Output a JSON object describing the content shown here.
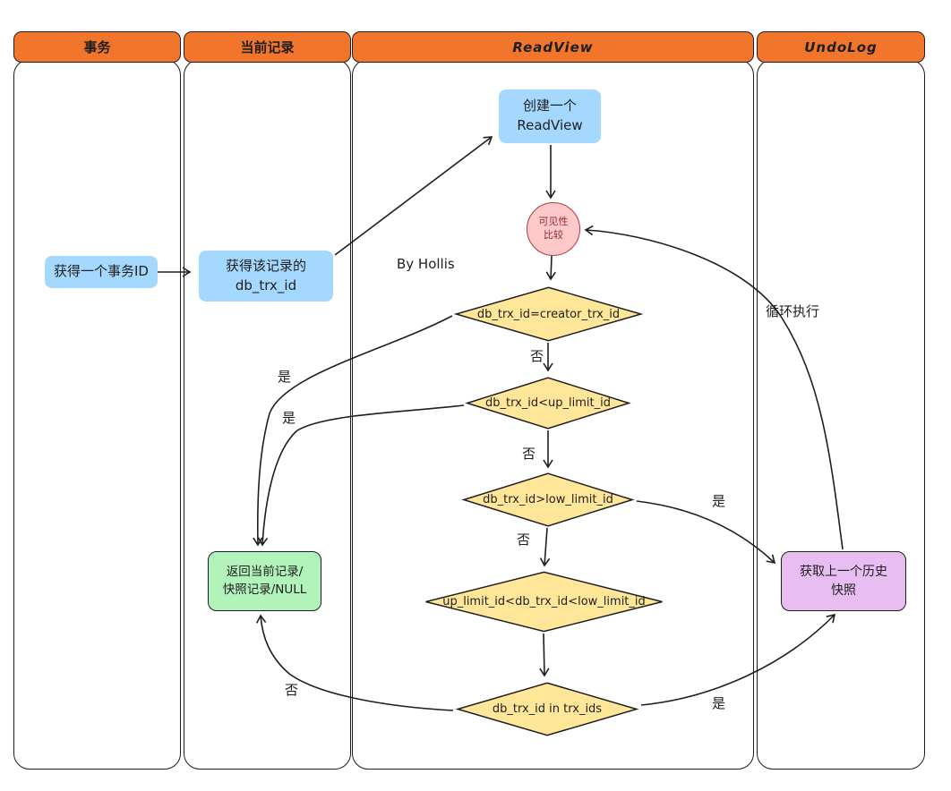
{
  "lanes": {
    "transaction": "事务",
    "current_record": "当前记录",
    "readview": "ReadView",
    "undolog": "UndoLog"
  },
  "nodes": {
    "get_txn_id": "获得一个事务ID",
    "get_record_trx_id": "获得该记录的\ndb_trx_id",
    "create_readview": "创建一个\nReadView",
    "visibility_compare": "可见性\n比较",
    "decision_creator": "db_trx_id=creator_trx_id",
    "decision_up_limit": "db_trx_id<up_limit_id",
    "decision_low_limit": "db_trx_id>low_limit_id",
    "decision_between": "up_limit_id<db_trx_id<low_limit_id",
    "decision_in_trx_ids": "db_trx_id in trx_ids",
    "return_result": "返回当前记录/\n快照记录/NULL",
    "get_history_snapshot": "获取上一个历史\n快照"
  },
  "labels": {
    "author": "By Hollis",
    "no_creator": "否",
    "no_up_limit": "否",
    "no_low_limit": "否",
    "no_in_trx_ids": "否",
    "yes_creator": "是",
    "yes_up_limit": "是",
    "yes_low_limit": "是",
    "yes_in_trx_ids": "是",
    "loop": "循环执行"
  },
  "colors": {
    "lane_header": "#f1762c",
    "process_fill": "#a5d8ff",
    "decision_fill": "#ffe699",
    "circle_fill": "#ffc9c9",
    "circle_stroke": "#b13a3a",
    "result_fill": "#b2f2bb",
    "history_fill": "#e7bdf2",
    "stroke": "#1e1e1e"
  }
}
